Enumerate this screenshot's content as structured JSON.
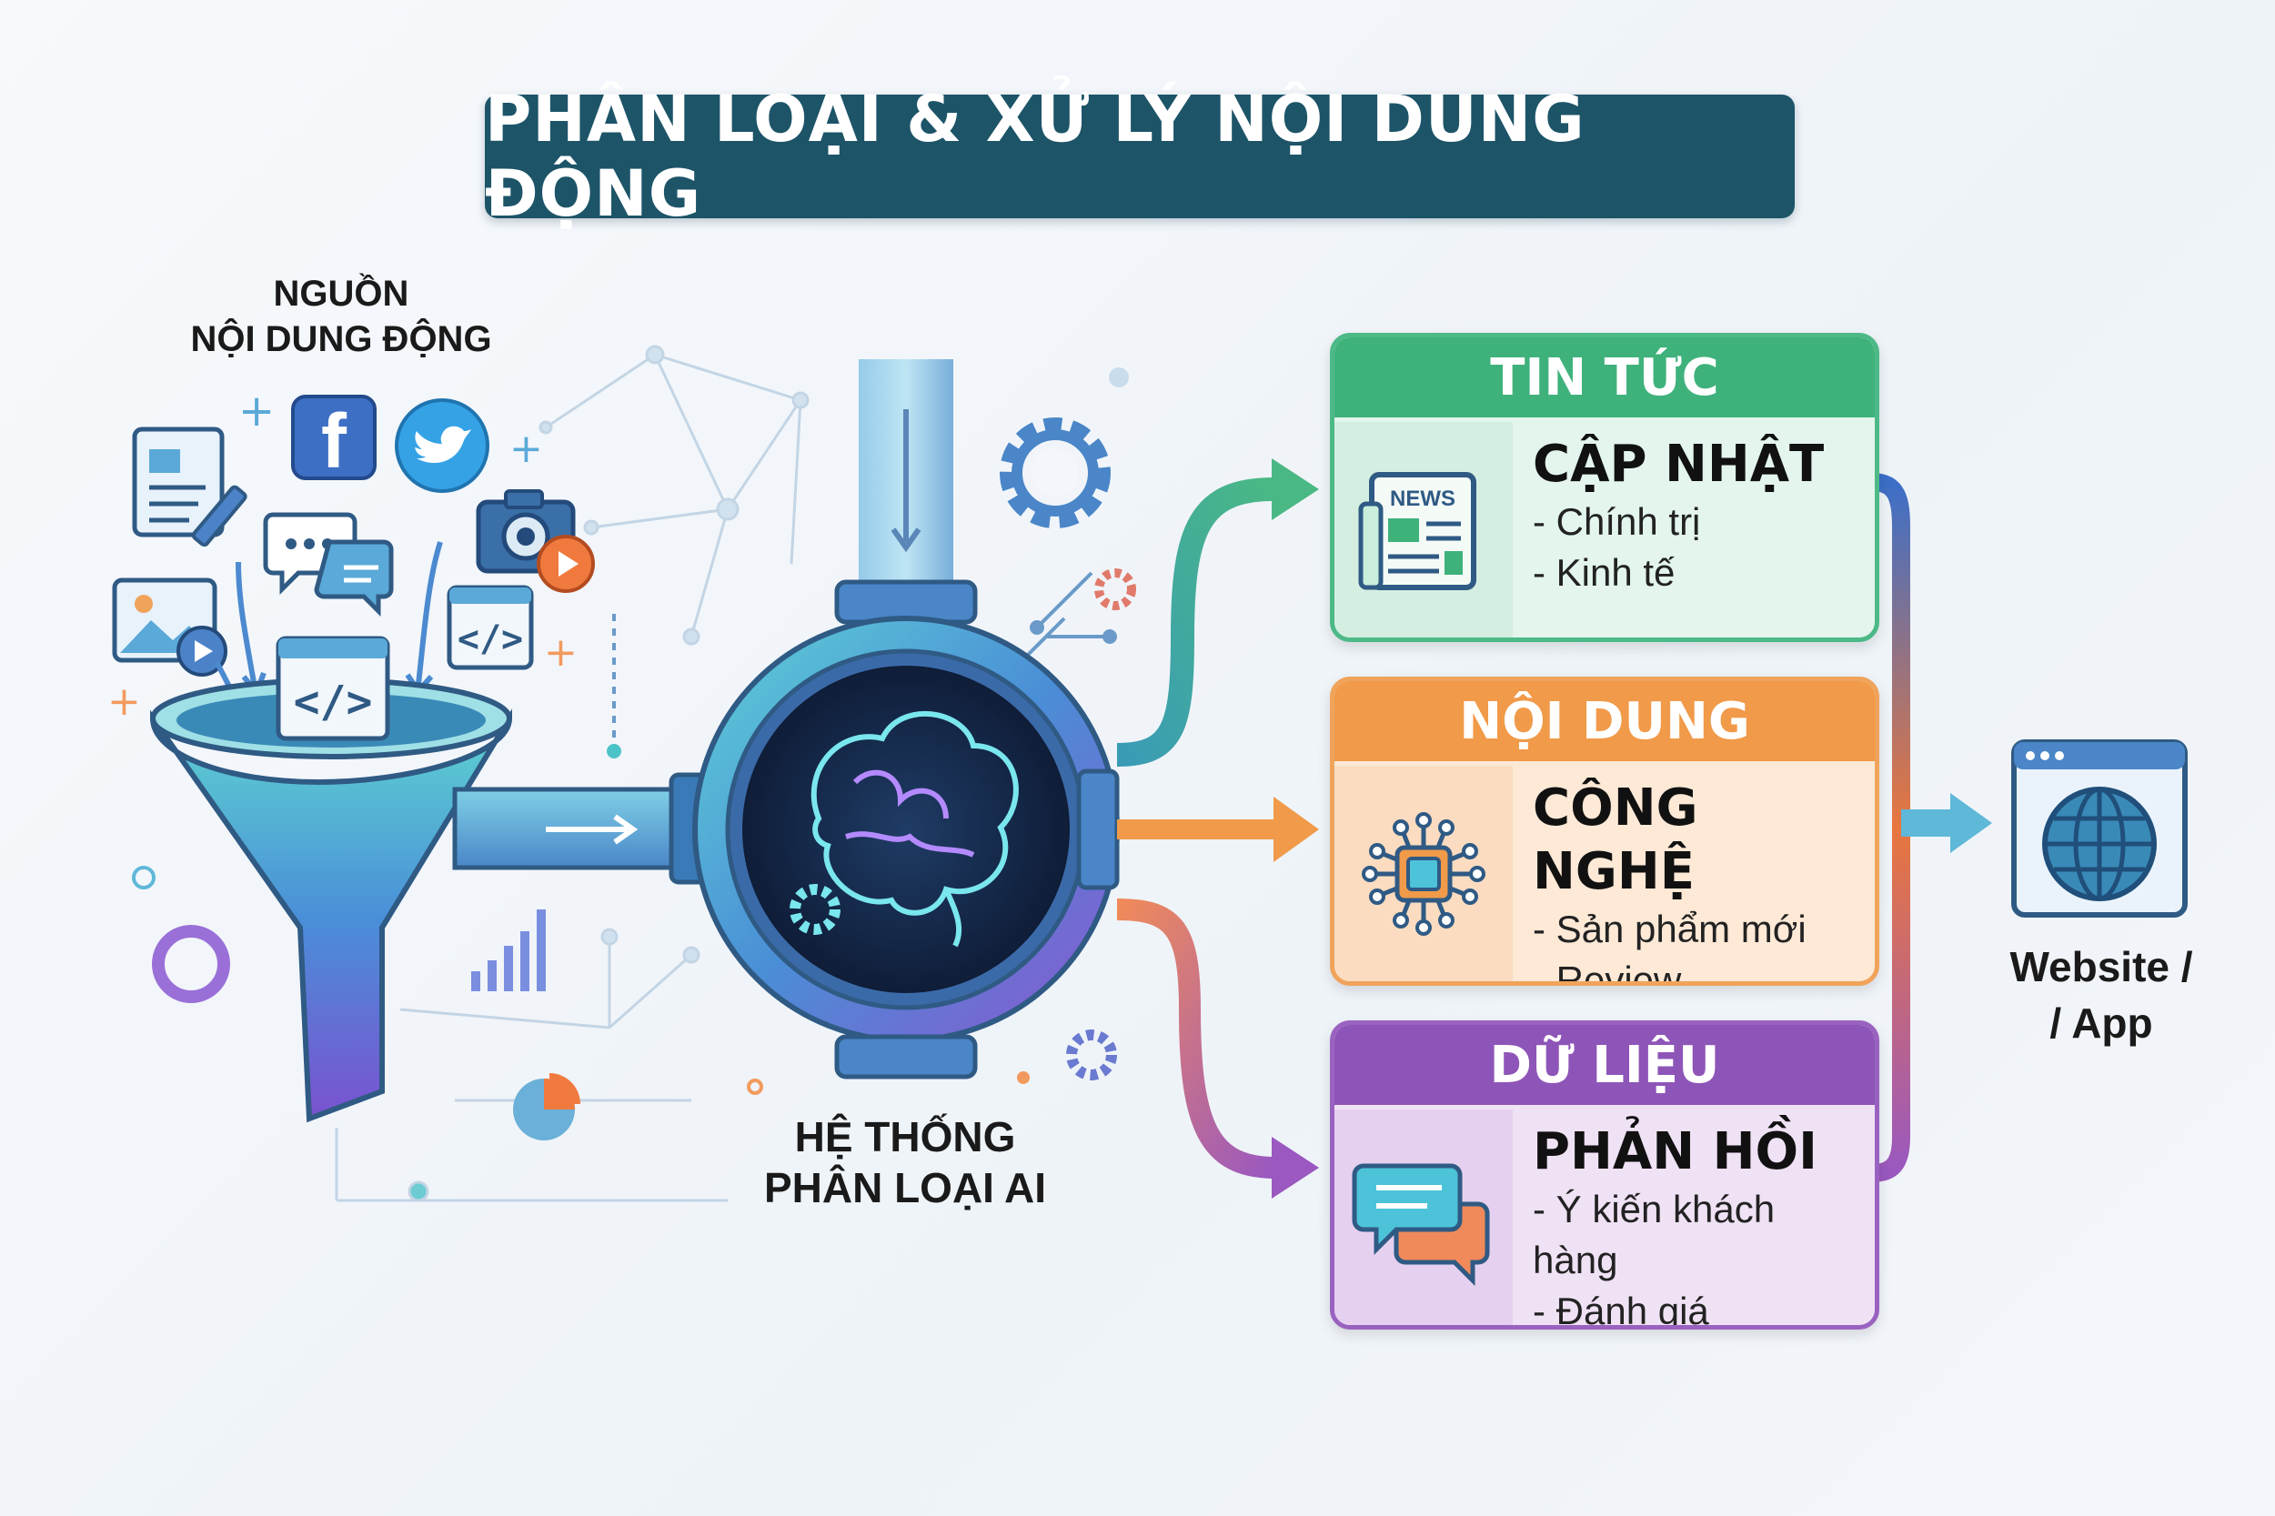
{
  "title": "PHÂN LOẠI & XỬ LÝ NỘI DUNG ĐỘNG",
  "source": {
    "label_line1": "NGUỒN",
    "label_line2": "NỘI DUNG ĐỘNG",
    "icons": [
      "document-edit-icon",
      "facebook-icon",
      "twitter-icon",
      "chat-icon",
      "camera-icon",
      "image-video-icon",
      "code-icon",
      "funnel-icon"
    ]
  },
  "ai_system": {
    "label_line1": "HỆ THỐNG",
    "label_line2": "PHÂN LOẠI AI",
    "icon": "brain-icon"
  },
  "categories": [
    {
      "header": "TIN TỨC",
      "subtitle": "CẬP NHẬT",
      "items": [
        "- Chính trị",
        "- Kinh tế"
      ],
      "icon": "newspaper-icon",
      "color": "#3fb27c",
      "badge": "NEWS"
    },
    {
      "header": "NỘI DUNG",
      "subtitle": "CÔNG NGHỆ",
      "items": [
        "- Sản phẩm mới",
        "- Review"
      ],
      "icon": "chip-icon",
      "color": "#f09a4a"
    },
    {
      "header": "DỮ LIỆU",
      "subtitle": "PHẢN HỒI",
      "items": [
        "- Ý kiến khách hàng",
        "- Đánh giá"
      ],
      "icon": "feedback-chat-icon",
      "color": "#8e55b8"
    }
  ],
  "output": {
    "label_line1": "Website /",
    "label_line2": "/ App",
    "icon": "globe-browser-icon"
  },
  "colors": {
    "title_bg": "#1d5468",
    "funnel": "#4aa3d8",
    "pipe": "#5fb8d8",
    "news": "#3fb27c",
    "tech": "#f09a4a",
    "data": "#8e55b8"
  }
}
